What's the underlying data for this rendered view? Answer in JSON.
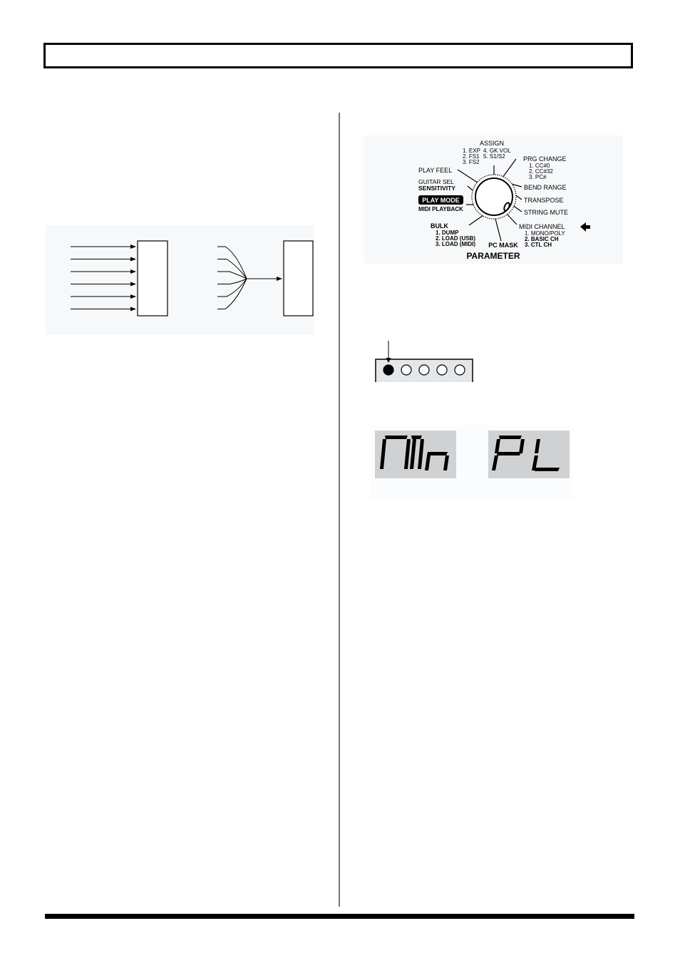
{
  "knob": {
    "labels": {
      "assign": "ASSIGN",
      "assign_sub1": "1. EXP",
      "assign_sub2": "2. FS1",
      "assign_sub3": "3. FS2",
      "assign_sub4": "4. GK VOL",
      "assign_sub5": "5. S1/S2",
      "prg_change": "PRG CHANGE",
      "prg_sub1": "1. CC#0",
      "prg_sub2": "2. CC#32",
      "prg_sub3": "3. PC#",
      "play_feel": "PLAY FEEL",
      "guitar_sel": "GUITAR SEL",
      "sensitivity": "SENSITIVITY",
      "play_mode": "PLAY MODE",
      "midi_playback": "MIDI PLAYBACK",
      "bend_range": "BEND RANGE",
      "transpose": "TRANSPOSE",
      "string_mute": "STRING MUTE",
      "midi_channel": "MIDI CHANNEL",
      "midi_sub1": "1. MONO/POLY",
      "midi_sub2": "2. BASIC CH",
      "midi_sub3": "3. CTL CH",
      "bulk": "BULK",
      "bulk_sub1": "1. DUMP",
      "bulk_sub2": "2. LOAD (USB)",
      "bulk_sub3": "3. LOAD (MIDI)",
      "pc_mask": "PC MASK",
      "parameter": "PARAMETER"
    }
  },
  "led_indicator": {
    "count": 5,
    "active_index": 0
  },
  "displays": {
    "left_text": "Mn",
    "right_text": "PL"
  }
}
